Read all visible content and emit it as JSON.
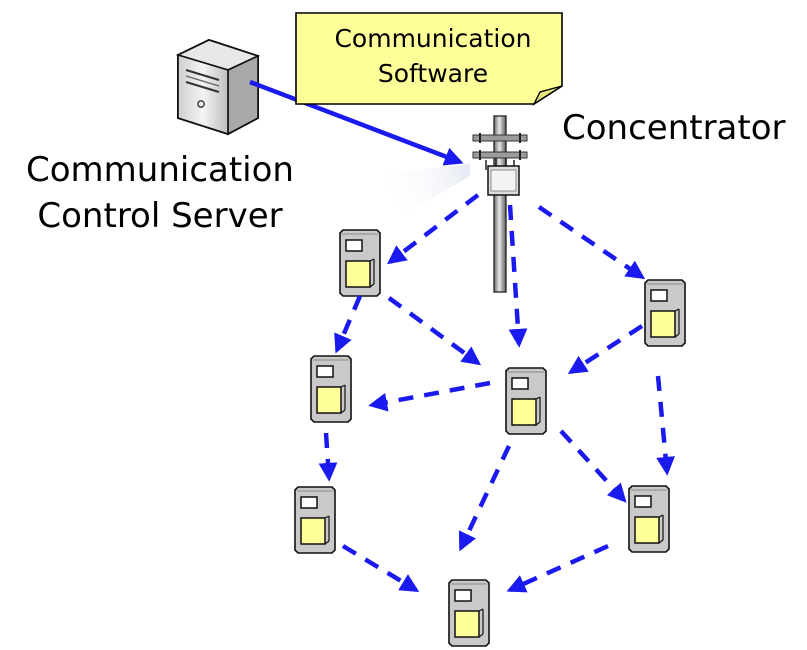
{
  "note": {
    "line1": "Communication",
    "line2": "Software"
  },
  "server": {
    "label_line1": "Communication",
    "label_line2": "Control Server"
  },
  "concentrator": {
    "label": "Concentrator"
  },
  "colors": {
    "arrow": "#1a1aee",
    "note_fill": "#ffff99",
    "meter_body": "#c9c9c9",
    "meter_box": "#ffff99"
  },
  "icons": {
    "server": "server-tower-icon",
    "pole": "utility-pole-icon",
    "meter": "electric-meter-icon"
  }
}
